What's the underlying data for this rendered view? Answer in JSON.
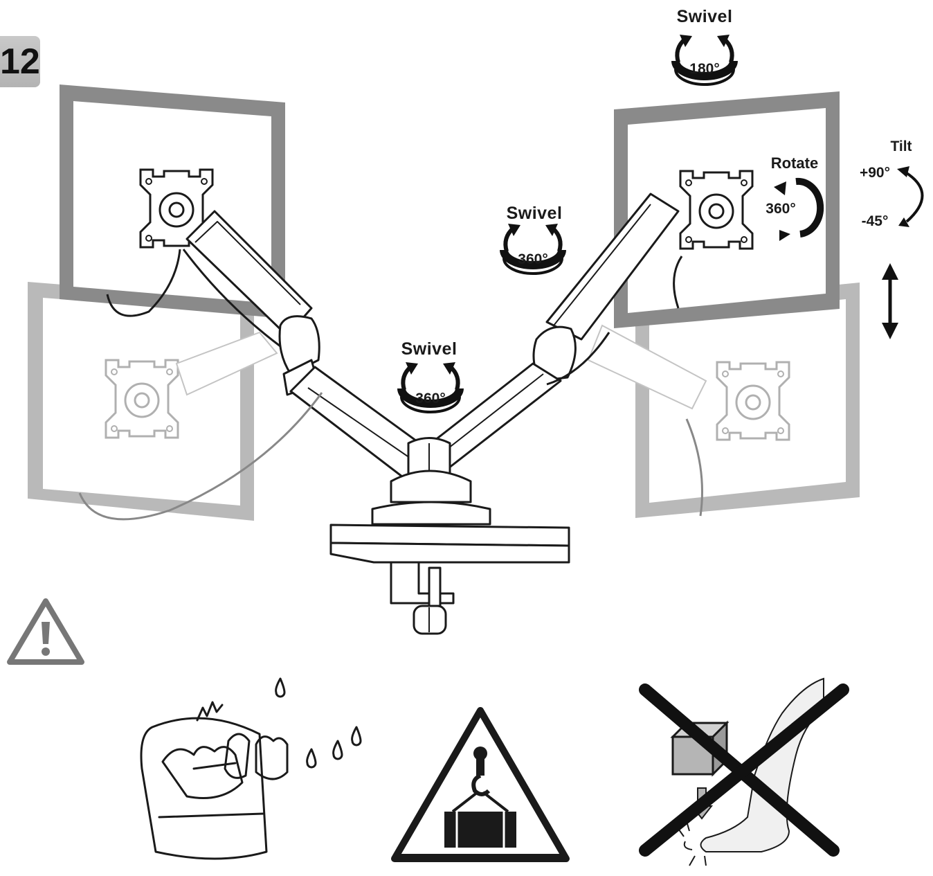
{
  "step": {
    "number": "12"
  },
  "motions": {
    "swivel_top": {
      "label": "Swivel",
      "degree": "180°"
    },
    "swivel_right_arm": {
      "label": "Swivel",
      "degree": "360°"
    },
    "swivel_center": {
      "label": "Swivel",
      "degree": "360°"
    },
    "rotate": {
      "label": "Rotate",
      "degree": "360°"
    },
    "tilt": {
      "label": "Tilt",
      "up": "+90°",
      "down": "-45°"
    }
  },
  "icons": [
    "warning-triangle-icon",
    "pinch-hand-hazard-icon",
    "heavy-load-warning-icon",
    "dropping-object-prohibited-icon"
  ],
  "colors": {
    "line": "#1a1a1a",
    "frame_dark": "#8a8a8a",
    "frame_light": "#b9b9b9",
    "badge": "#c2c2c2"
  }
}
